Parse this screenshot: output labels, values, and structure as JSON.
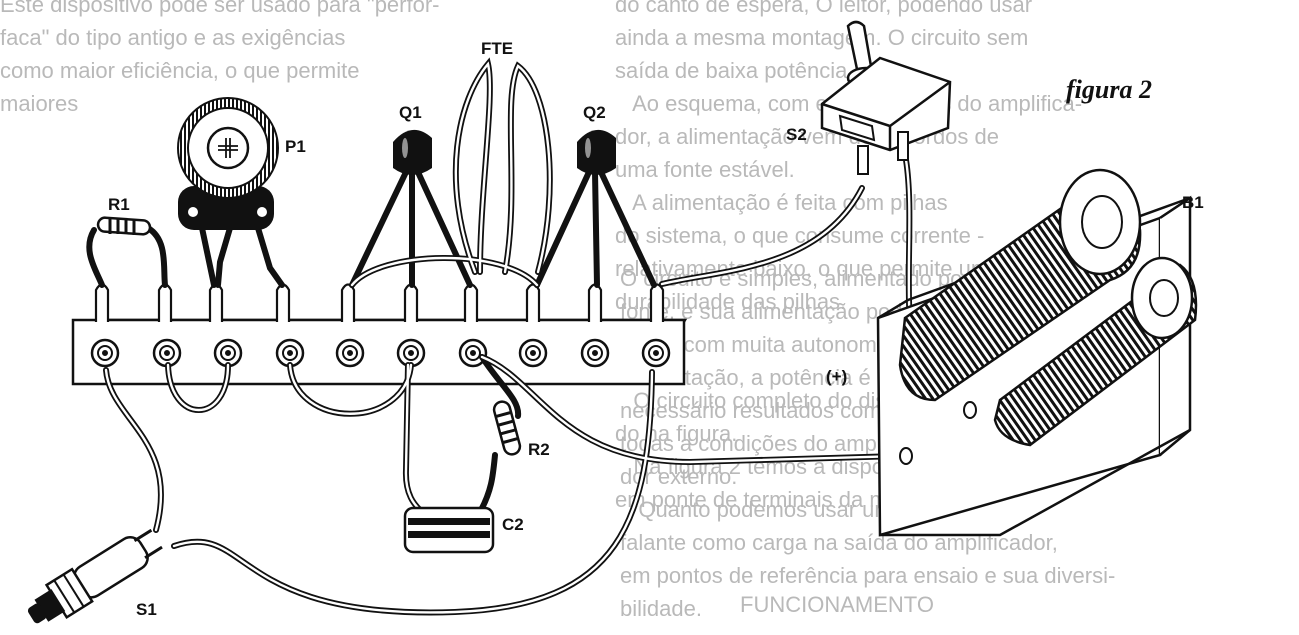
{
  "figure": {
    "title": "figura 2",
    "labels": {
      "fte": "FTE",
      "q1": "Q1",
      "q2": "Q2",
      "p1": "P1",
      "r1": "R1",
      "r2": "R2",
      "c2": "C2",
      "s1": "S1",
      "s2": "S2",
      "b1": "B1",
      "plus": "(+)"
    }
  },
  "background_text": {
    "left_column": "Este dispositivo pode ser usado para \"perfor-\nfaca\" do tipo antigo e as exigências\ncomo maior eficiência, o que permite\nmaiores",
    "right_column": "do canto de espera, O leitor, podendo usar\nainda a mesma montagem. O circuito sem\nsaída de baixa potência.\n   Ao esquema, com e sem ajustes do amplifica-\ndor, a alimentação vem dos acordos de\numa fonte estável.\n   A alimentação é feita com pilhas\ndo sistema, o que consume corrente -\nrelativamente baixo, o que permite uma boa\ndurabilidade das pilhas.\n\n\n   O circuito completo do display aparece\ndo na figura.\n   Na figura 2 temos a disposição\nem ponte de terminais da montagem.",
    "left_lower": "O circuito é simples, alimentado por\nfonte, e sua alimentação pode ser feita com\npilhas com muita autonomia. Com esta\nalimentação, a potência é bastante boa, um\nnecessário resultados como sempre\ntodas a condições do amplifica-\ndor externo.\n   Quanto podemos usar um alto-\nfalante como carga na saída do amplificador,\nem pontos de referência para ensaio e sua diversi-\nbilidade.",
    "heading": "FUNCIONAMENTO"
  }
}
